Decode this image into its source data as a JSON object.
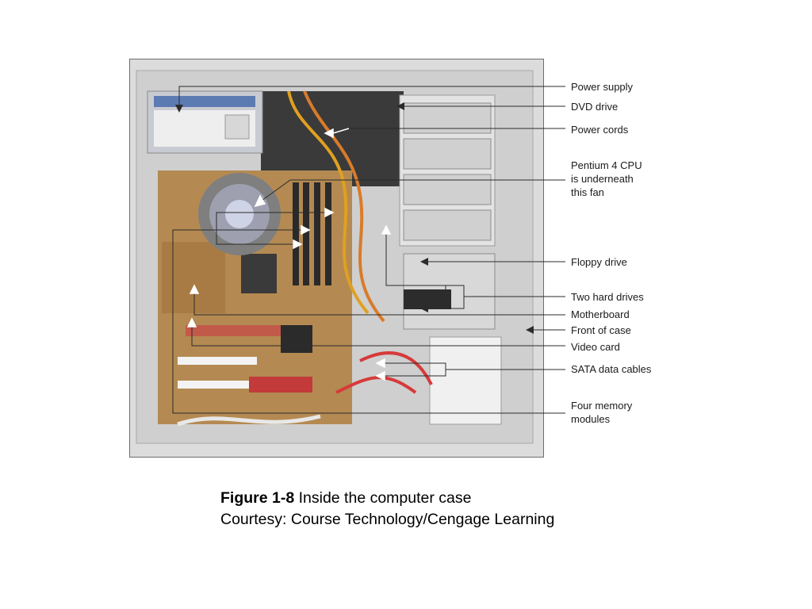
{
  "figure": {
    "labels": [
      {
        "id": "power-supply",
        "lines": [
          "Power supply"
        ]
      },
      {
        "id": "dvd-drive",
        "lines": [
          "DVD drive"
        ]
      },
      {
        "id": "power-cords",
        "lines": [
          "Power cords"
        ]
      },
      {
        "id": "cpu",
        "lines": [
          "Pentium 4 CPU",
          "is underneath",
          "this fan"
        ]
      },
      {
        "id": "floppy-drive",
        "lines": [
          "Floppy drive"
        ]
      },
      {
        "id": "hard-drives",
        "lines": [
          "Two hard drives"
        ]
      },
      {
        "id": "motherboard",
        "lines": [
          "Motherboard"
        ]
      },
      {
        "id": "front-of-case",
        "lines": [
          "Front of case"
        ]
      },
      {
        "id": "video-card",
        "lines": [
          "Video card"
        ]
      },
      {
        "id": "sata-cables",
        "lines": [
          "SATA data cables"
        ]
      },
      {
        "id": "memory-modules",
        "lines": [
          "Four memory",
          "modules"
        ]
      }
    ],
    "caption": {
      "number": "Figure 1-8",
      "title": "Inside the computer case",
      "credit": "Courtesy: Course Technology/Cengage Learning"
    }
  },
  "colors": {
    "leader_line": "#2b2b2b",
    "arrow": "#ffffff",
    "case_metal": "#d9d9d9",
    "motherboard": "#b48a52",
    "photo_border": "#6d6d6d"
  }
}
